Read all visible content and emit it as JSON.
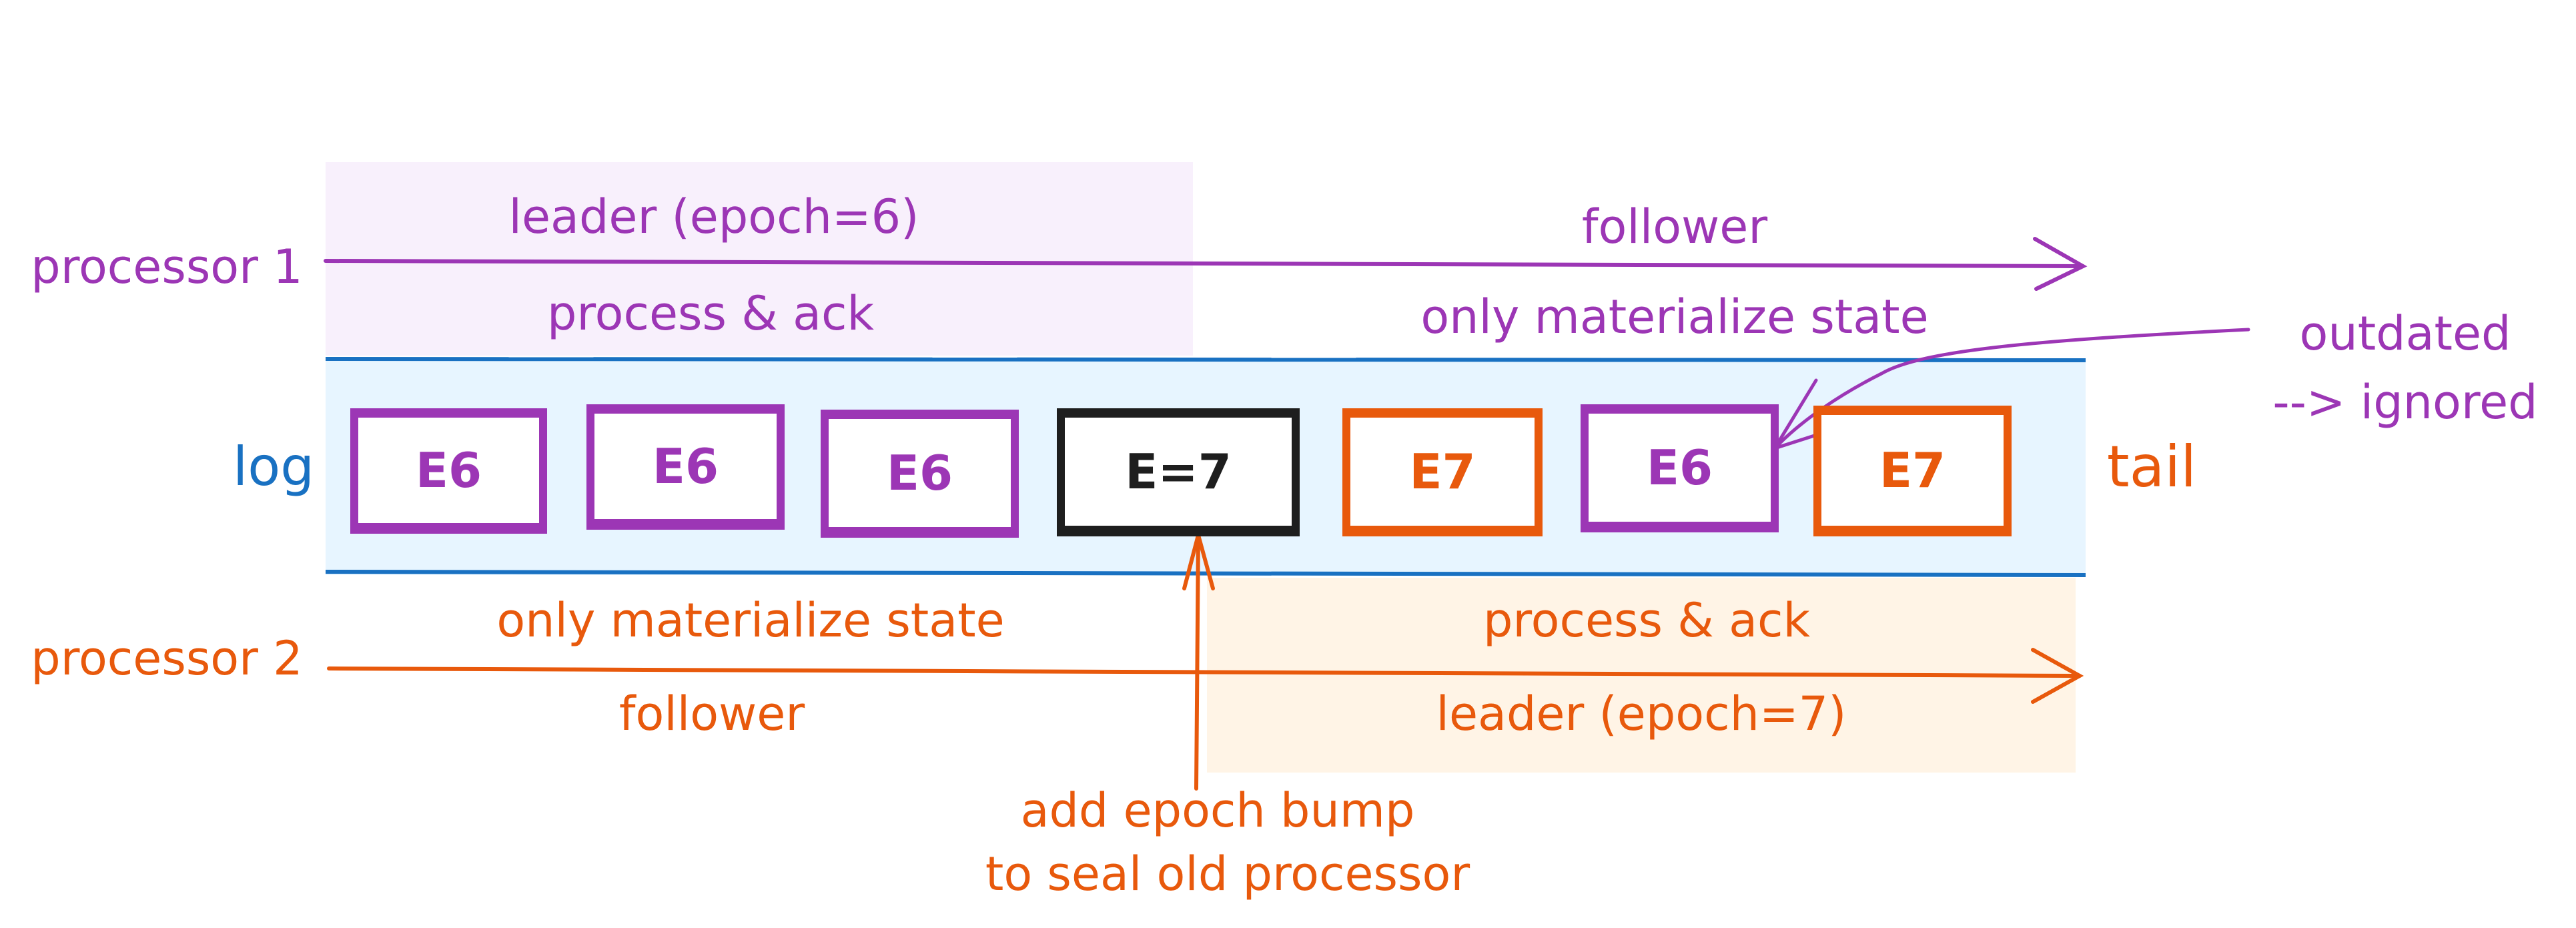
{
  "colors": {
    "processor1": "#9c36b5",
    "processor2": "#e8590c",
    "log": "#1971c2",
    "seal": "#1e1e1e",
    "processor1_bg": "#f8f0fc",
    "processor2_bg": "#fff4e6",
    "log_bg": "#e7f5ff"
  },
  "processor1": {
    "label": "processor 1",
    "leader_role": "leader (epoch=6)",
    "leader_action": "process & ack",
    "follower_role": "follower",
    "follower_action": "only materialize state"
  },
  "processor2": {
    "label": "processor 2",
    "follower_action": "only materialize state",
    "follower_role": "follower",
    "leader_action": "process & ack",
    "leader_role": "leader (epoch=7)"
  },
  "log": {
    "label": "log",
    "tail_label": "tail",
    "entries": [
      {
        "text": "E6",
        "owner": "processor1"
      },
      {
        "text": "E6",
        "owner": "processor1"
      },
      {
        "text": "E6",
        "owner": "processor1"
      },
      {
        "text": "E=7",
        "owner": "seal"
      },
      {
        "text": "E7",
        "owner": "processor2"
      },
      {
        "text": "E6",
        "owner": "processor1"
      },
      {
        "text": "E7",
        "owner": "processor2"
      }
    ]
  },
  "annotations": {
    "outdated_line1": "outdated",
    "outdated_line2": "--> ignored",
    "epoch_bump_line1": "add epoch bump",
    "epoch_bump_line2": "to seal old processor"
  }
}
